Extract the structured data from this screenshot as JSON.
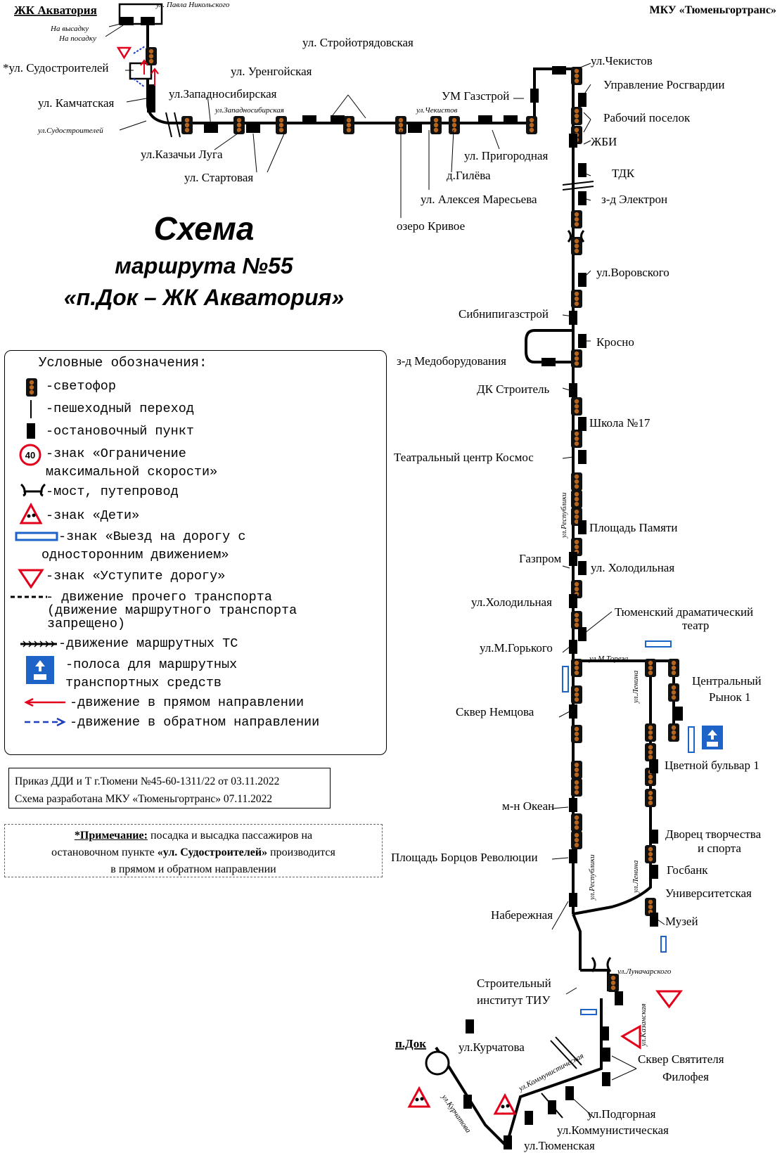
{
  "header": {
    "org": "МКУ «Тюменьгортранс»"
  },
  "title": {
    "line1": "Схема",
    "line2": "маршрута №55",
    "line3": "«п.Док – ЖК Акватория»"
  },
  "legend": {
    "title": "Условные обозначения:",
    "items": {
      "traffic_light": "-светофор",
      "crossing": "-пешеходный переход",
      "stop": "-остановочный пункт",
      "speed_1": "-знак «Ограничение",
      "speed_2": "максимальной скорости»",
      "speed_value": "40",
      "bridge": "-мост, путепровод",
      "children": "-знак «Дети»",
      "oneway_1": "-знак «Выезд на дорогу с",
      "oneway_2": "односторонним движением»",
      "yield": "-знак «Уступите дорогу»",
      "other_1": "- движение прочего транспорта",
      "other_2": "(движение маршрутного транспорта",
      "other_3": "запрещено)",
      "route_ts": "-движение маршрутных ТС",
      "bus_lane_1": "-полоса для маршрутных",
      "bus_lane_2": "транспортных средств",
      "forward": "-движение в прямом направлении",
      "backward": "-движение в обратном направлении"
    }
  },
  "order": {
    "line1": "Приказ ДДИ и Т г.Тюмени №45-60-1311/22 от 03.11.2022",
    "line2": "Схема разработана МКУ «Тюменьгортранс» 07.11.2022"
  },
  "note": {
    "head": "*Примечание:",
    "text1": " посадка и высадка пассажиров на",
    "text2a": "остановочном пункте ",
    "text2b": "«ул. Судостроителей»",
    "text2c": " производится",
    "text3": "в прямом и обратном направлении"
  },
  "labels": {
    "zhk": "ЖК Акватория",
    "na_vysadku": "На высадку",
    "na_posadku": "На посадку",
    "pavla": "ул. Павла Никольского",
    "sudostr": "*ул. Судостроителей",
    "kamchat": "ул. Камчатская",
    "sudostr_st": "ул.Судостроителей",
    "kazachi": "ул.Казачьи Луга",
    "zapsib": "ул.Западносибирская",
    "zapsib_st": "ул.Западносибирская",
    "urengoy": "ул. Уренгойская",
    "startovaya": "ул. Стартовая",
    "stroyotr": "ул. Стройотрядовская",
    "chekistov_st": "ул.Чекистов",
    "um_gazstroy": "УМ Газстрой",
    "ozero": "озеро Кривое",
    "maresyeva": "ул. Алексея Маресьева",
    "gileva": "д.Гилёва",
    "prigorod": "ул. Пригородная",
    "chekistov": "ул.Чекистов",
    "rosgvard": "Управление Росгвардии",
    "rabochiy": "Рабочий поселок",
    "zhbi": "ЖБИ",
    "tdk": "ТДК",
    "elektron": "з-д Электрон",
    "vorovskogo": "ул.Воровского",
    "sibnipi": "Сибнипигазстрой",
    "krosno": "Кросно",
    "medobor": "з-д Медоборудования",
    "dk_stroitel": "ДК Строитель",
    "shkola": "Школа №17",
    "kosmos": "Театральный центр Космос",
    "respubliki": "ул.Республики",
    "pl_pamyati": "Площадь Памяти",
    "gazprom": "Газпром",
    "holod_r": "ул. Холодильная",
    "holod_l": "ул.Холодильная",
    "drama_1": "Тюменский драматический",
    "drama_2": "театр",
    "gorkogo": "ул.М.Горького",
    "toreza": "ул.М.Тореза",
    "rynok_1": "Центральный",
    "rynok_2": "Рынок 1",
    "lenina": "ул.Ленина",
    "nemtsova": "Сквер Немцова",
    "tsvetnoy": "Цветной бульвар 1",
    "okean": "м-н Океан",
    "dvorets_1": "Дворец творчества",
    "dvorets_2": "и спорта",
    "borcov": "Площадь Борцов Революции",
    "gosbank": "Госбанк",
    "univer": "Университетская",
    "naberezh": "Набережная",
    "muzey": "Музей",
    "lunach": "ул.Луначарского",
    "tiu_1": "Строительный",
    "tiu_2": "институт ТИУ",
    "kazanskaya": "ул.Казанская",
    "p_dok": "п.Док",
    "kurchatova": "ул.Курчатова",
    "kurchatova_st": "ул.Курчатова",
    "kommun_st": "ул.Коммунистическая",
    "filofey_1": "Сквер Святителя",
    "filofey_2": "Филофея",
    "podgornaya": "ул.Подгорная",
    "kommun": "ул.Коммунистическая",
    "tyumenskaya": "ул.Тюменская"
  },
  "colors": {
    "forward": "#e3001b",
    "backward": "#1f3fbf",
    "sign_red": "#e3001b",
    "sign_blue": "#1e63c7"
  }
}
